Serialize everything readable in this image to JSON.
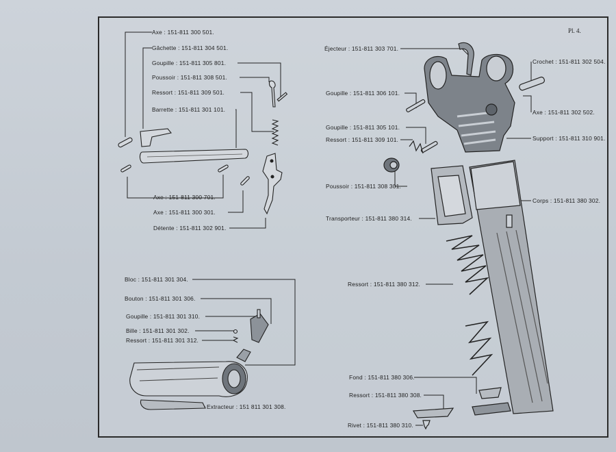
{
  "plate": {
    "number": "Pl. 4."
  },
  "colors": {
    "paper": "#c4cbd3",
    "ink": "#222222",
    "part_fill": "#7d838a"
  },
  "labels": {
    "axe_501": "Axe : 151-811 300 501.",
    "gachette": "Gâchette : 151-811 304 501.",
    "goupille_801": "Goupille : 151-811 305 801.",
    "poussoir_501": "Poussoir : 151-811 308 501.",
    "ressort_501": "Ressort : 151-811 309 501.",
    "barrette": "Barrette : 151-811 301 101.",
    "axe_701": "Axe : 151-811 300 701.",
    "axe_301": "Axe : 151-811 300 301.",
    "detente": "Détente : 151-811 302 901.",
    "bloc": "Bloc : 151-811 301 304.",
    "bouton": "Bouton : 151-811 301 306.",
    "goupille_310": "Goupille : 151-811 301 310.",
    "bille": "Bille : 151-811 301 302.",
    "ressort_312": "Ressort : 151-811 301 312.",
    "extracteur": "Extracteur : 151 811 301 308.",
    "ejecteur": "Éjecteur : 151-811 303 701.",
    "crochet": "Crochet : 151-811 302 504.",
    "goupille_101": "Goupille : 151-811 306 101.",
    "axe_502": "Axe : 151-811 302 502.",
    "goupille_305_101": "Goupille : 151-811 305 101.",
    "ressort_309_101": "Ressort : 151-811 309 101.",
    "support": "Support : 151-811 310 901.",
    "poussoir_301": "Poussoir : 151-811 308 301.",
    "corps": "Corps : 151-811 380 302.",
    "transporteur": "Transporteur : 151-811 380 314.",
    "ressort_380_312": "Ressort : 151-811 380 312.",
    "fond": "Fond : 151-811 380 306.",
    "ressort_380_308": "Ressort : 151-811 380 308.",
    "rivet": "Rivet : 151-811 380 310."
  }
}
